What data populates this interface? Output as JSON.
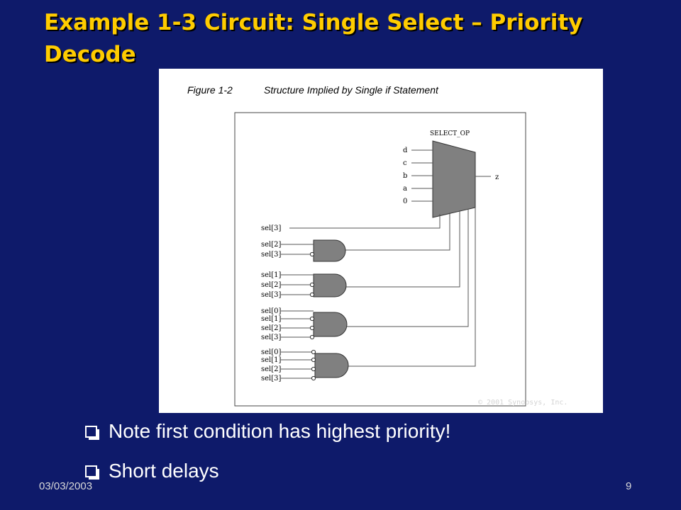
{
  "slide": {
    "title": "Example 1-3 Circuit: Single Select – Priority Decode",
    "bullets": [
      "Note first condition has highest priority!",
      "Short delays"
    ],
    "footer_date": "03/03/2003",
    "page_number": "9"
  },
  "figure": {
    "caption_number": "Figure 1-2",
    "caption_text": "Structure Implied by Single if Statement",
    "mux_label": "SELECT_OP",
    "mux_inputs": [
      "d",
      "c",
      "b",
      "a",
      "0"
    ],
    "mux_output": "z",
    "top_signal": "sel[3]",
    "gate_groups": [
      [
        "sel[2]",
        "sel[3]"
      ],
      [
        "sel[1]",
        "sel[2]",
        "sel[3]"
      ],
      [
        "sel[0]",
        "sel[1]",
        "sel[2]",
        "sel[3]"
      ],
      [
        "sel[0]",
        "sel[1]",
        "sel[2]",
        "sel[3]"
      ]
    ],
    "copyright": "© 2001 Synopsys, Inc."
  },
  "colors": {
    "background": "#0e1a6a",
    "title": "#ffcc00",
    "gate_fill": "#808080"
  }
}
